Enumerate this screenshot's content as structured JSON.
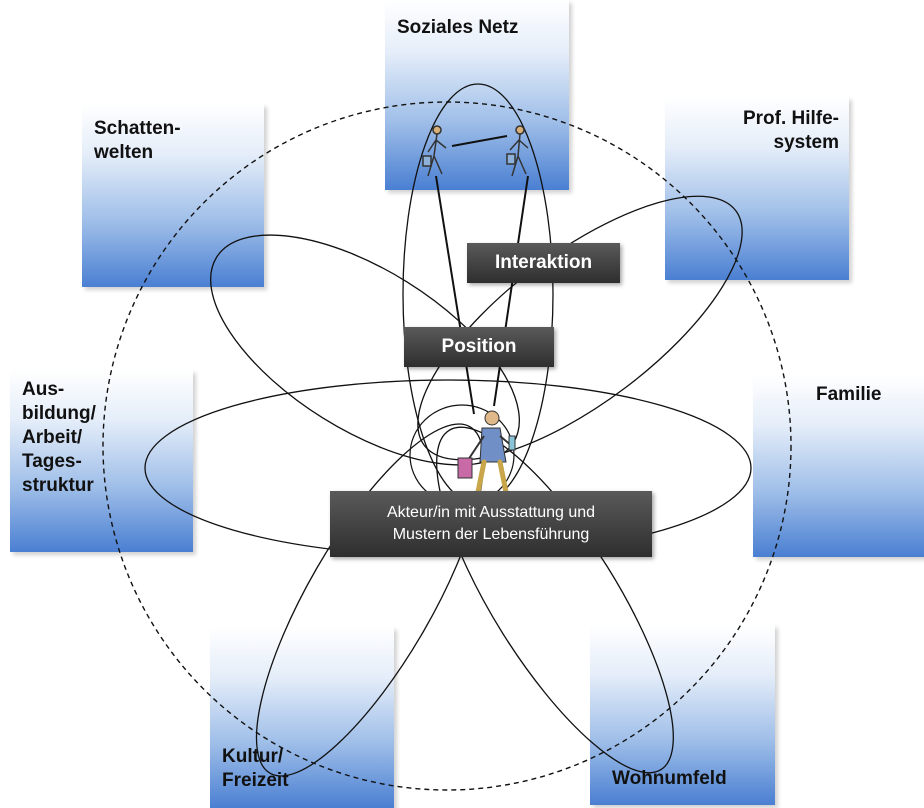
{
  "boxes": {
    "soziales_netz": "Soziales Netz",
    "schattenwelten": "Schatten-\nwelten",
    "prof_hilfesystem": "Prof. Hilfe-\nsystem",
    "ausbildung": "Aus-\nbildung/\nArbeit/\nTages-\nstruktur",
    "familie": "Familie",
    "kultur_freizeit": "Kultur/\nFreizeit",
    "wohnumfeld": "Wohnumfeld"
  },
  "labels": {
    "interaktion": "Interaktion",
    "position": "Position",
    "akteur": "Akteur/in mit Ausstattung und\nMustern der Lebensführung"
  },
  "colors": {
    "box_gradient_bottom": "#4a7fd2",
    "dark_label": "#3a3a3a",
    "lines": "#111111"
  }
}
